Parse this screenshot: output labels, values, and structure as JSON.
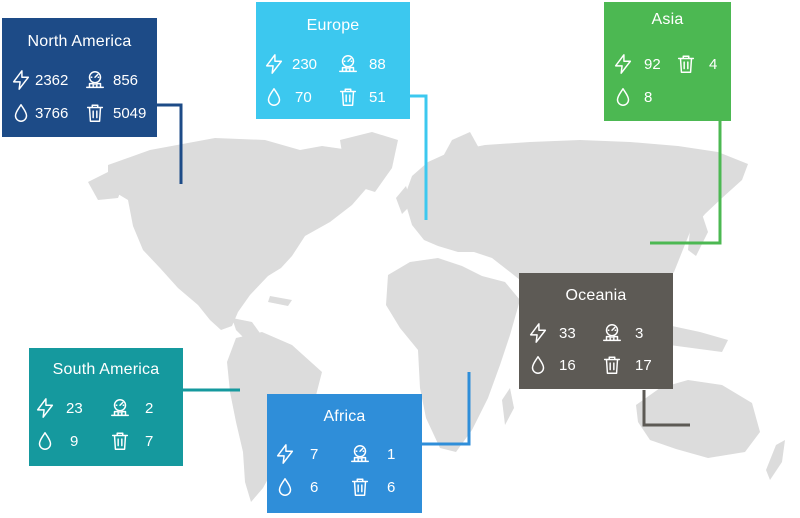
{
  "legend_icons": {
    "energy": "lightning-icon",
    "gas": "gas-meter-icon",
    "water": "water-drop-icon",
    "waste": "trash-icon"
  },
  "regions": {
    "north_america": {
      "name": "North America",
      "color": "#1d4b87",
      "energy": "2362",
      "gas": "856",
      "water": "3766",
      "waste": "5049"
    },
    "europe": {
      "name": "Europe",
      "color": "#3cc8ef",
      "energy": "230",
      "gas": "88",
      "water": "70",
      "waste": "51"
    },
    "asia": {
      "name": "Asia",
      "color": "#4cb852",
      "energy": "92",
      "waste": "4",
      "water": "8"
    },
    "oceania": {
      "name": "Oceania",
      "color": "#5d5a55",
      "energy": "33",
      "gas": "3",
      "water": "16",
      "waste": "17"
    },
    "south_america": {
      "name": "South America",
      "color": "#15999e",
      "energy": "23",
      "gas": "2",
      "water": "9",
      "waste": "7"
    },
    "africa": {
      "name": "Africa",
      "color": "#2f8ed9",
      "energy": "7",
      "gas": "1",
      "water": "6",
      "waste": "6"
    }
  }
}
